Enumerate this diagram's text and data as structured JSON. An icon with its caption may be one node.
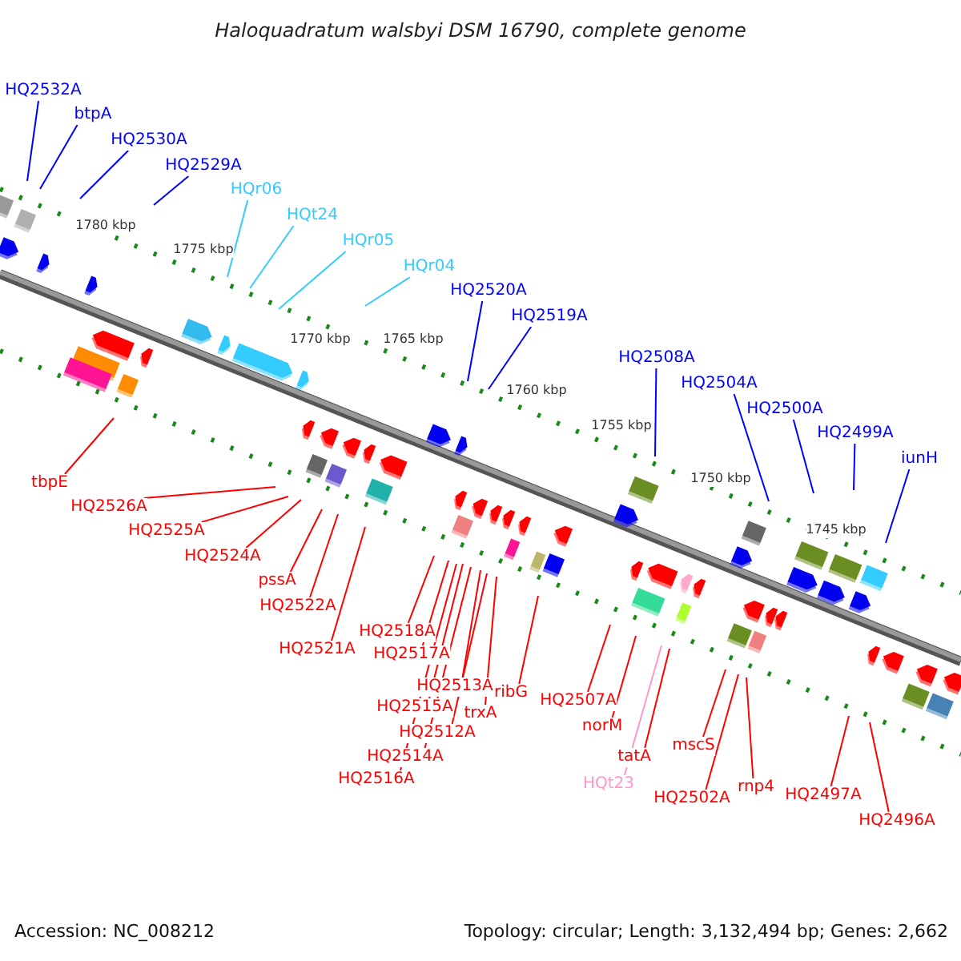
{
  "diagram": {
    "title": "Haloquadratum walsbyi DSM 16790, complete genome",
    "nodes": [
      {
        "text": [
          "HQ2532A"
        ]
      },
      {
        "text": [
          "btpA"
        ]
      },
      {
        "text": [
          "HQ2530A"
        ]
      },
      {
        "text": [
          "HQ2529A"
        ]
      },
      {
        "text": [
          "HQr06"
        ]
      },
      {
        "text": [
          "HQt24"
        ]
      },
      {
        "text": [
          "HQr05"
        ]
      },
      {
        "text": [
          "HQr04"
        ]
      },
      {
        "text": [
          "HQ2520A"
        ]
      },
      {
        "text": [
          "HQ2519A"
        ]
      },
      {
        "text": [
          "HQ2508A"
        ]
      },
      {
        "text": [
          "HQ2504A"
        ]
      },
      {
        "text": [
          "HQ2500A"
        ]
      },
      {
        "text": [
          "HQ2499A"
        ]
      },
      {
        "text": [
          "iunH"
        ]
      },
      {
        "text": [
          "tbpE"
        ]
      },
      {
        "text": [
          "HQ2526A"
        ]
      },
      {
        "text": [
          "HQ2525A"
        ]
      },
      {
        "text": [
          "HQ2524A"
        ]
      },
      {
        "text": [
          "pssA"
        ]
      },
      {
        "text": [
          "HQ2522A"
        ]
      },
      {
        "text": [
          "HQ2521A"
        ]
      },
      {
        "text": [
          "HQ2518A"
        ]
      },
      {
        "text": [
          "HQ2517A"
        ]
      },
      {
        "text": [
          "HQ2513A"
        ]
      },
      {
        "text": [
          "HQ2515A"
        ]
      },
      {
        "text": [
          "trxA"
        ]
      },
      {
        "text": [
          "HQ2512A"
        ]
      },
      {
        "text": [
          "HQ2514A"
        ]
      },
      {
        "text": [
          "HQ2516A"
        ]
      },
      {
        "text": [
          "ribG"
        ]
      },
      {
        "text": [
          "HQ2507A"
        ]
      },
      {
        "text": [
          "norM"
        ]
      },
      {
        "text": [
          "tatA"
        ]
      },
      {
        "text": [
          "HQt23"
        ]
      },
      {
        "text": [
          "mscS"
        ]
      },
      {
        "text": [
          "HQ2502A"
        ]
      },
      {
        "text": [
          "rnp4"
        ]
      },
      {
        "text": [
          "HQ2497A"
        ]
      },
      {
        "text": [
          "HQ2496A"
        ]
      }
    ],
    "edges": [
      {
        "from": 0,
        "to": null,
        "arrow": "none",
        "color": "#0000ff"
      },
      {
        "from": 1,
        "to": null,
        "arrow": "none",
        "color": "#0000ff"
      },
      {
        "from": 2,
        "to": null,
        "arrow": "none",
        "color": "#0000ff"
      },
      {
        "from": 3,
        "to": null,
        "arrow": "none",
        "color": "#0000ff"
      },
      {
        "from": 4,
        "to": null,
        "arrow": "none",
        "color": "#33ccff"
      },
      {
        "from": 5,
        "to": null,
        "arrow": "none",
        "color": "#33ccff"
      },
      {
        "from": 6,
        "to": null,
        "arrow": "none",
        "color": "#33ccff"
      },
      {
        "from": 7,
        "to": null,
        "arrow": "none",
        "color": "#33ccff"
      },
      {
        "from": 8,
        "to": null,
        "arrow": "none",
        "color": "#0000ff"
      },
      {
        "from": 9,
        "to": null,
        "arrow": "none",
        "color": "#0000ff"
      },
      {
        "from": 10,
        "to": null,
        "arrow": "none",
        "color": "#0000ff"
      },
      {
        "from": 11,
        "to": null,
        "arrow": "none",
        "color": "#0000ff"
      },
      {
        "from": 12,
        "to": null,
        "arrow": "none",
        "color": "#0000ff"
      },
      {
        "from": 13,
        "to": null,
        "arrow": "none",
        "color": "#0000ff"
      },
      {
        "from": 14,
        "to": null,
        "arrow": "none",
        "color": "#0000ff"
      },
      {
        "from": 15,
        "to": null,
        "arrow": "none"
      },
      {
        "from": 16,
        "to": null,
        "arrow": "none"
      },
      {
        "from": 17,
        "to": null,
        "arrow": "none"
      },
      {
        "from": 18,
        "to": null,
        "arrow": "none"
      },
      {
        "from": 19,
        "to": null,
        "arrow": "none"
      },
      {
        "from": 20,
        "to": null,
        "arrow": "none"
      },
      {
        "from": 21,
        "to": null,
        "arrow": "none"
      },
      {
        "from": 22,
        "to": null,
        "arrow": "none"
      },
      {
        "from": 23,
        "to": null,
        "arrow": "none"
      },
      {
        "from": 24,
        "to": null,
        "arrow": "none"
      },
      {
        "from": 25,
        "to": null,
        "arrow": "none"
      },
      {
        "from": 26,
        "to": null,
        "arrow": "none"
      },
      {
        "from": 27,
        "to": null,
        "arrow": "none"
      },
      {
        "from": 28,
        "to": null,
        "arrow": "none"
      },
      {
        "from": 29,
        "to": null,
        "arrow": "none"
      },
      {
        "from": 30,
        "to": null,
        "arrow": "none"
      },
      {
        "from": 31,
        "to": null,
        "arrow": "none"
      },
      {
        "from": 32,
        "to": null,
        "arrow": "none"
      },
      {
        "from": 33,
        "to": null,
        "arrow": "none"
      },
      {
        "from": 34,
        "to": null,
        "arrow": "none",
        "color": "#ff99cc"
      },
      {
        "from": 35,
        "to": null,
        "arrow": "none"
      },
      {
        "from": 36,
        "to": null,
        "arrow": "none"
      },
      {
        "from": 37,
        "to": null,
        "arrow": "none"
      },
      {
        "from": 38,
        "to": null,
        "arrow": "none"
      },
      {
        "from": 39,
        "to": null,
        "arrow": "none"
      }
    ],
    "labels": [
      "1780 kbp",
      "1775 kbp",
      "1770 kbp",
      "1765 kbp",
      "1760 kbp",
      "1755 kbp",
      "1750 kbp",
      "1745 kbp",
      "Accession: NC_008212",
      "Topology: circular; Length: 3,132,494 bp; Genes: 2,662"
    ]
  }
}
